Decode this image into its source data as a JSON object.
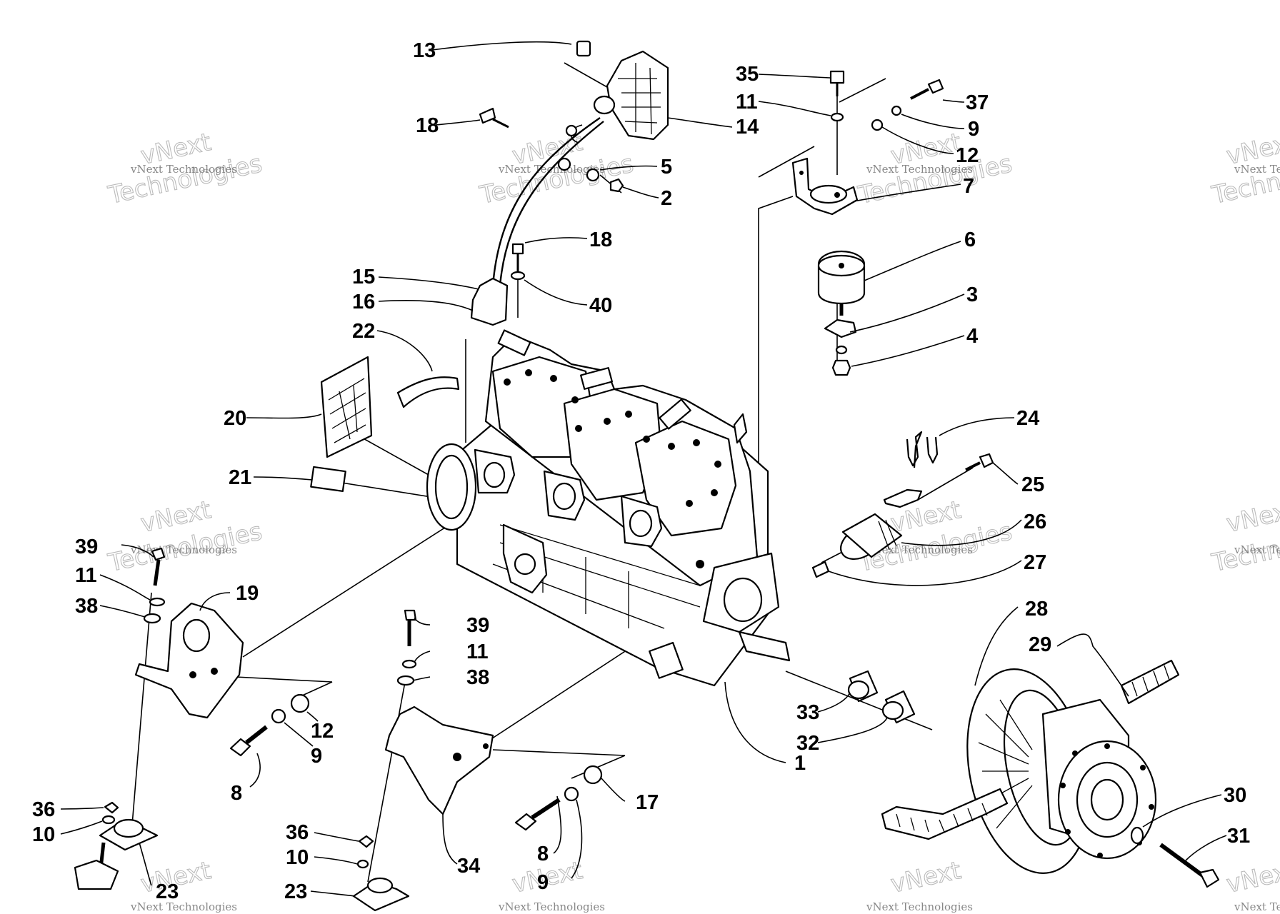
{
  "watermark": {
    "text_small": "vNext Technologies",
    "text_big_top": "vNext",
    "text_big_bottom": "Technologies"
  },
  "callouts": [
    {
      "id": "c13",
      "label": "13"
    },
    {
      "id": "c14",
      "label": "14"
    },
    {
      "id": "c18a",
      "label": "18"
    },
    {
      "id": "c5",
      "label": "5"
    },
    {
      "id": "c2",
      "label": "2"
    },
    {
      "id": "c18b",
      "label": "18"
    },
    {
      "id": "c15",
      "label": "15"
    },
    {
      "id": "c40",
      "label": "40"
    },
    {
      "id": "c16",
      "label": "16"
    },
    {
      "id": "c22",
      "label": "22"
    },
    {
      "id": "c20",
      "label": "20"
    },
    {
      "id": "c21",
      "label": "21"
    },
    {
      "id": "c35",
      "label": "35"
    },
    {
      "id": "c11a",
      "label": "11"
    },
    {
      "id": "c37",
      "label": "37"
    },
    {
      "id": "c9a",
      "label": "9"
    },
    {
      "id": "c12a",
      "label": "12"
    },
    {
      "id": "c7",
      "label": "7"
    },
    {
      "id": "c6",
      "label": "6"
    },
    {
      "id": "c3",
      "label": "3"
    },
    {
      "id": "c4",
      "label": "4"
    },
    {
      "id": "c24",
      "label": "24"
    },
    {
      "id": "c25",
      "label": "25"
    },
    {
      "id": "c26",
      "label": "26"
    },
    {
      "id": "c27",
      "label": "27"
    },
    {
      "id": "c28",
      "label": "28"
    },
    {
      "id": "c29",
      "label": "29"
    },
    {
      "id": "c39a",
      "label": "39"
    },
    {
      "id": "c11b",
      "label": "11"
    },
    {
      "id": "c38a",
      "label": "38"
    },
    {
      "id": "c19",
      "label": "19"
    },
    {
      "id": "c12b",
      "label": "12"
    },
    {
      "id": "c9b",
      "label": "9"
    },
    {
      "id": "c8a",
      "label": "8"
    },
    {
      "id": "c36a",
      "label": "36"
    },
    {
      "id": "c10a",
      "label": "10"
    },
    {
      "id": "c23a",
      "label": "23"
    },
    {
      "id": "c39b",
      "label": "39"
    },
    {
      "id": "c11c",
      "label": "11"
    },
    {
      "id": "c38b",
      "label": "38"
    },
    {
      "id": "c17",
      "label": "17"
    },
    {
      "id": "c8b",
      "label": "8"
    },
    {
      "id": "c9c",
      "label": "9"
    },
    {
      "id": "c34",
      "label": "34"
    },
    {
      "id": "c36b",
      "label": "36"
    },
    {
      "id": "c10b",
      "label": "10"
    },
    {
      "id": "c23b",
      "label": "23"
    },
    {
      "id": "c33",
      "label": "33"
    },
    {
      "id": "c32",
      "label": "32"
    },
    {
      "id": "c1",
      "label": "1"
    },
    {
      "id": "c30",
      "label": "30"
    },
    {
      "id": "c31",
      "label": "31"
    }
  ]
}
